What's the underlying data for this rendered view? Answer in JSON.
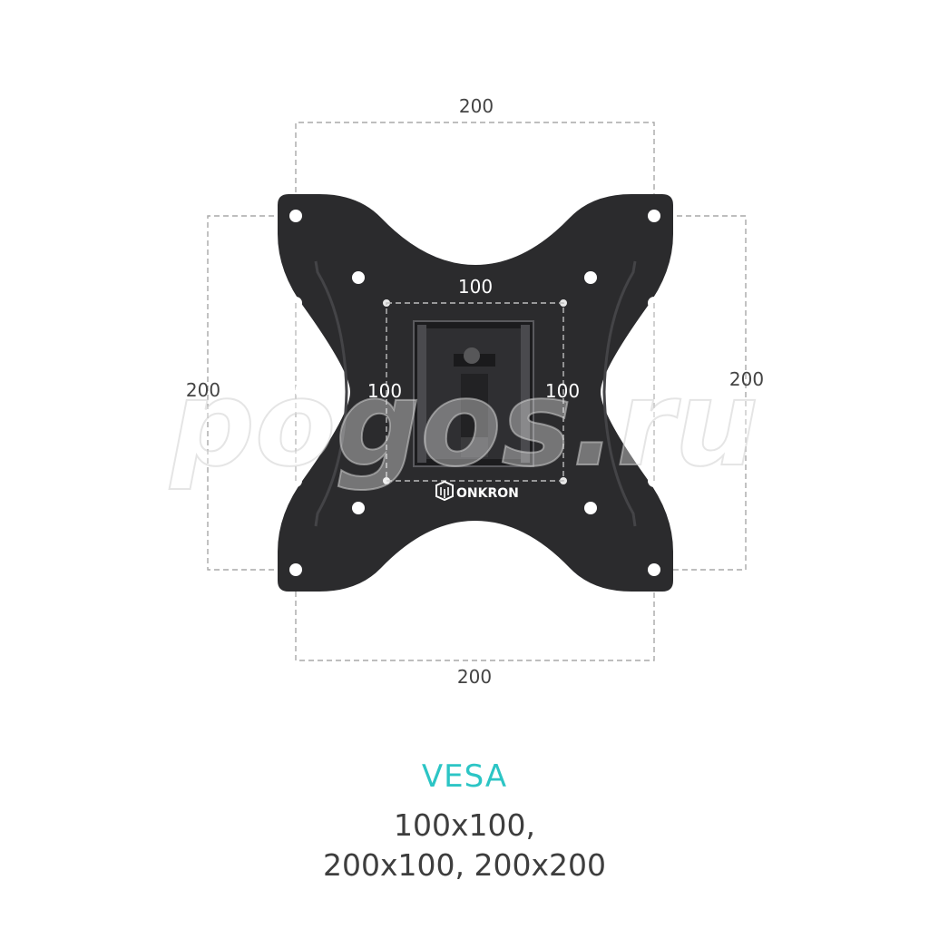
{
  "dimensions": {
    "top": "200",
    "bottom": "200",
    "left_outer": "200",
    "right_outer": "200",
    "inner_top": "100",
    "left_inner_outside": "100",
    "left_inner_inside": "100",
    "right_inner_inside": "100",
    "right_inner_outside": "100"
  },
  "brand": {
    "name": "ONKRON",
    "icon": "onkron-logo-icon"
  },
  "watermark": {
    "text": "pogos.ru"
  },
  "caption": {
    "title": "VESA",
    "line1": "100x100,",
    "line2": "200x100, 200x200"
  },
  "colors": {
    "accent": "#2cc5c5",
    "plate": "#2b2b2d",
    "text": "#444444",
    "dashed": "#a9a9a9"
  }
}
